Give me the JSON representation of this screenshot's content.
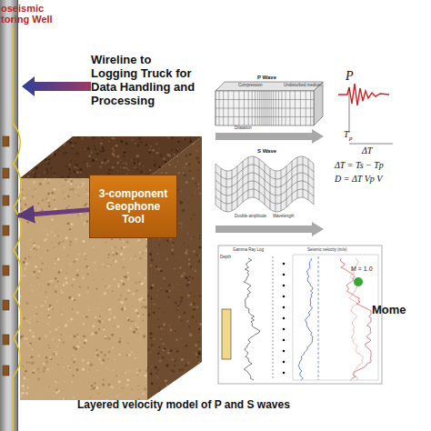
{
  "diagram": {
    "caption": "Layered velocity model of P and S waves",
    "nodes": [
      {
        "text": [
          "oseismic toring Well"
        ]
      },
      {
        "text": [
          "3-component Geophone Tool"
        ]
      }
    ],
    "edges": [
      {
        "from": 1,
        "to": 0,
        "arrow": "to"
      }
    ],
    "labels": [
      "Wireline to Logging Truck for Data Handling and Processing",
      "P Wave",
      "Compression",
      "Dilatation",
      "Undisturbed medium",
      "S Wave",
      "Double amplitude",
      "Wavelength",
      "Gamma Ray Log",
      "Seismic velocity (m/s)",
      "Depth",
      "P",
      "T",
      "p",
      "ΔT",
      "ΔT = Ts − Tp",
      "D = ΔT Vp V",
      "M = 1.0",
      "Mome"
    ]
  }
}
